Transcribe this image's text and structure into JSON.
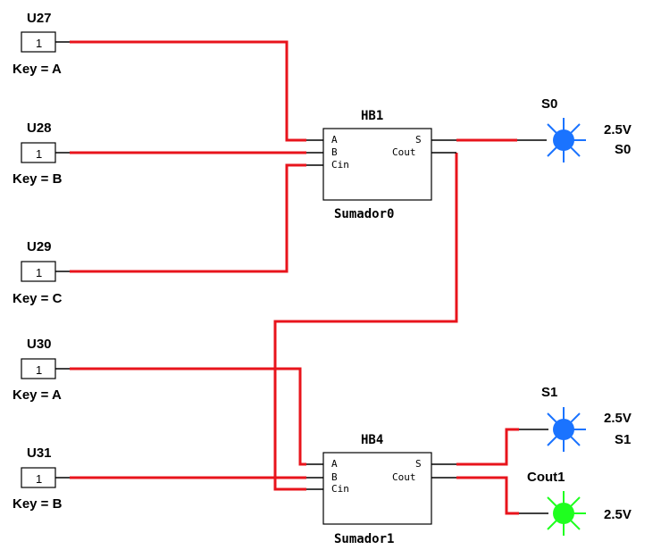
{
  "colors": {
    "wire": "#e8141c",
    "led_blue": "#1a73ff",
    "led_green": "#1fff1f"
  },
  "switches": [
    {
      "name": "U27",
      "value": "1",
      "key": "Key = A"
    },
    {
      "name": "U28",
      "value": "1",
      "key": "Key = B"
    },
    {
      "name": "U29",
      "value": "1",
      "key": "Key = C"
    },
    {
      "name": "U30",
      "value": "1",
      "key": "Key = A"
    },
    {
      "name": "U31",
      "value": "1",
      "key": "Key = B"
    }
  ],
  "adders": [
    {
      "ref": "HB1",
      "name": "Sumador0",
      "pin_a": "A",
      "pin_b": "B",
      "pin_cin": "Cin",
      "pin_s": "S",
      "pin_cout": "Cout"
    },
    {
      "ref": "HB4",
      "name": "Sumador1",
      "pin_a": "A",
      "pin_b": "B",
      "pin_cin": "Cin",
      "pin_s": "S",
      "pin_cout": "Cout"
    }
  ],
  "leds": [
    {
      "ref": "S0",
      "voltage": "2.5V",
      "net": "S0",
      "color": "blue"
    },
    {
      "ref": "S1",
      "voltage": "2.5V",
      "net": "S1",
      "color": "blue"
    },
    {
      "ref": "Cout1",
      "voltage": "2.5V",
      "net": "",
      "color": "green"
    }
  ]
}
